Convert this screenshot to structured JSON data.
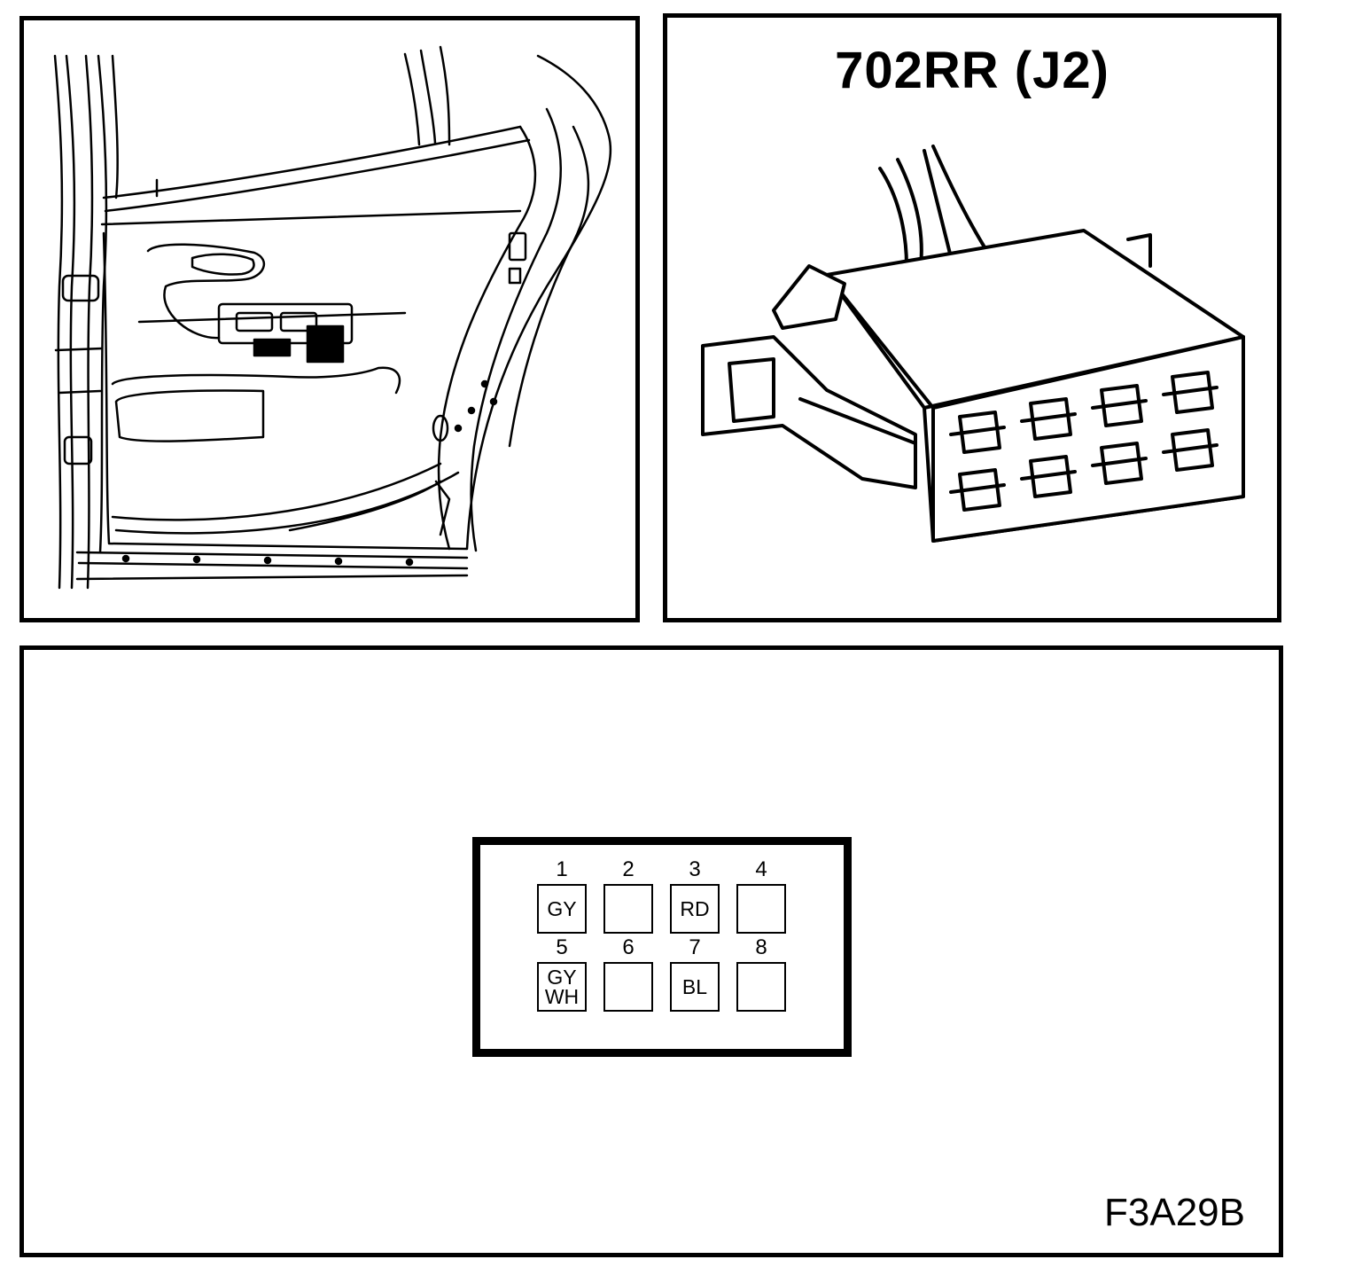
{
  "connector": {
    "title": "702RR (J2)"
  },
  "pinout": {
    "pins": [
      {
        "number": "1",
        "lines": [
          "GY"
        ]
      },
      {
        "number": "2",
        "lines": []
      },
      {
        "number": "3",
        "lines": [
          "RD"
        ]
      },
      {
        "number": "4",
        "lines": []
      },
      {
        "number": "5",
        "lines": [
          "GY",
          "WH"
        ]
      },
      {
        "number": "6",
        "lines": []
      },
      {
        "number": "7",
        "lines": [
          "BL"
        ]
      },
      {
        "number": "8",
        "lines": []
      }
    ]
  },
  "figure_id": "F3A29B"
}
